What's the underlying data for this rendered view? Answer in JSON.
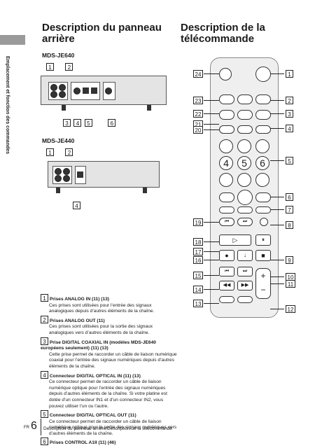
{
  "side_tab": "Emplacement et fonction des commandes",
  "left_heading": "Description du panneau arrière",
  "right_heading": "Description de la télécommande",
  "models": [
    "MDS-JE640",
    "MDS-JE440"
  ],
  "callouts_panel_je640_top": [
    "1",
    "2"
  ],
  "callouts_panel_je640_bottom": [
    "3",
    "4",
    "5",
    "6"
  ],
  "callouts_panel_je440_top": [
    "1",
    "2"
  ],
  "callouts_panel_je440_bottom": [
    "4"
  ],
  "descriptions": [
    {
      "num": "1",
      "title": "Prises ANALOG IN (11) (13)",
      "body": "Ces prises sont utilisées pour l’entrée des signaux analogiques depuis d’autres éléments de la chaîne."
    },
    {
      "num": "2",
      "title": "Prises ANALOG OUT (11)",
      "body": "Ces prises sont utilisées pour la sortie des signaux analogiques vers d’autres éléments de la chaîne."
    },
    {
      "num": "3",
      "title": "Prise DIGITAL COAXIAL IN (modèles MDS-JE640 européens seulement) (11) (13)",
      "body": "Cette prise permet de raccorder un câble de liaison numérique coaxial pour l’entrée des signaux numériques depuis d’autres éléments de la chaîne."
    },
    {
      "num": "4",
      "title": "Connecteur DIGITAL OPTICAL IN (11) (13)",
      "body": "Ce connecteur permet de raccorder un câble de liaison numérique optique pour l’entrée des signaux numériques depuis d’autres éléments de la chaîne. Si votre platine est dotée d’un connecteur IN1 et d’un connecteur IN2, vous pouvez utiliser l’un ou l’autre."
    },
    {
      "num": "5",
      "title": "Connecteur DIGITAL OPTICAL OUT (11)",
      "body": "Ce connecteur permet de raccorder un câble de liaison numérique optique pour la sortie des signaux numériques vers d’autres éléments de la chaîne."
    },
    {
      "num": "6",
      "title": "Prises CONTROL A1II (11) (46)",
      "body": ""
    }
  ],
  "remote_callouts_right": [
    "1",
    "2",
    "3",
    "4",
    "5",
    "6",
    "7",
    "8",
    "9",
    "10",
    "11",
    "12"
  ],
  "remote_callouts_left": [
    "24",
    "23",
    "22",
    "21",
    "20",
    "19",
    "18",
    "17",
    "16",
    "15",
    "14",
    "13"
  ],
  "remote_keypad_labels": [
    "4",
    "5",
    "6"
  ],
  "footer": {
    "lang": "FR",
    "page_number": "6",
    "text": "Description du panneau arrière/Description de la télécommande"
  }
}
